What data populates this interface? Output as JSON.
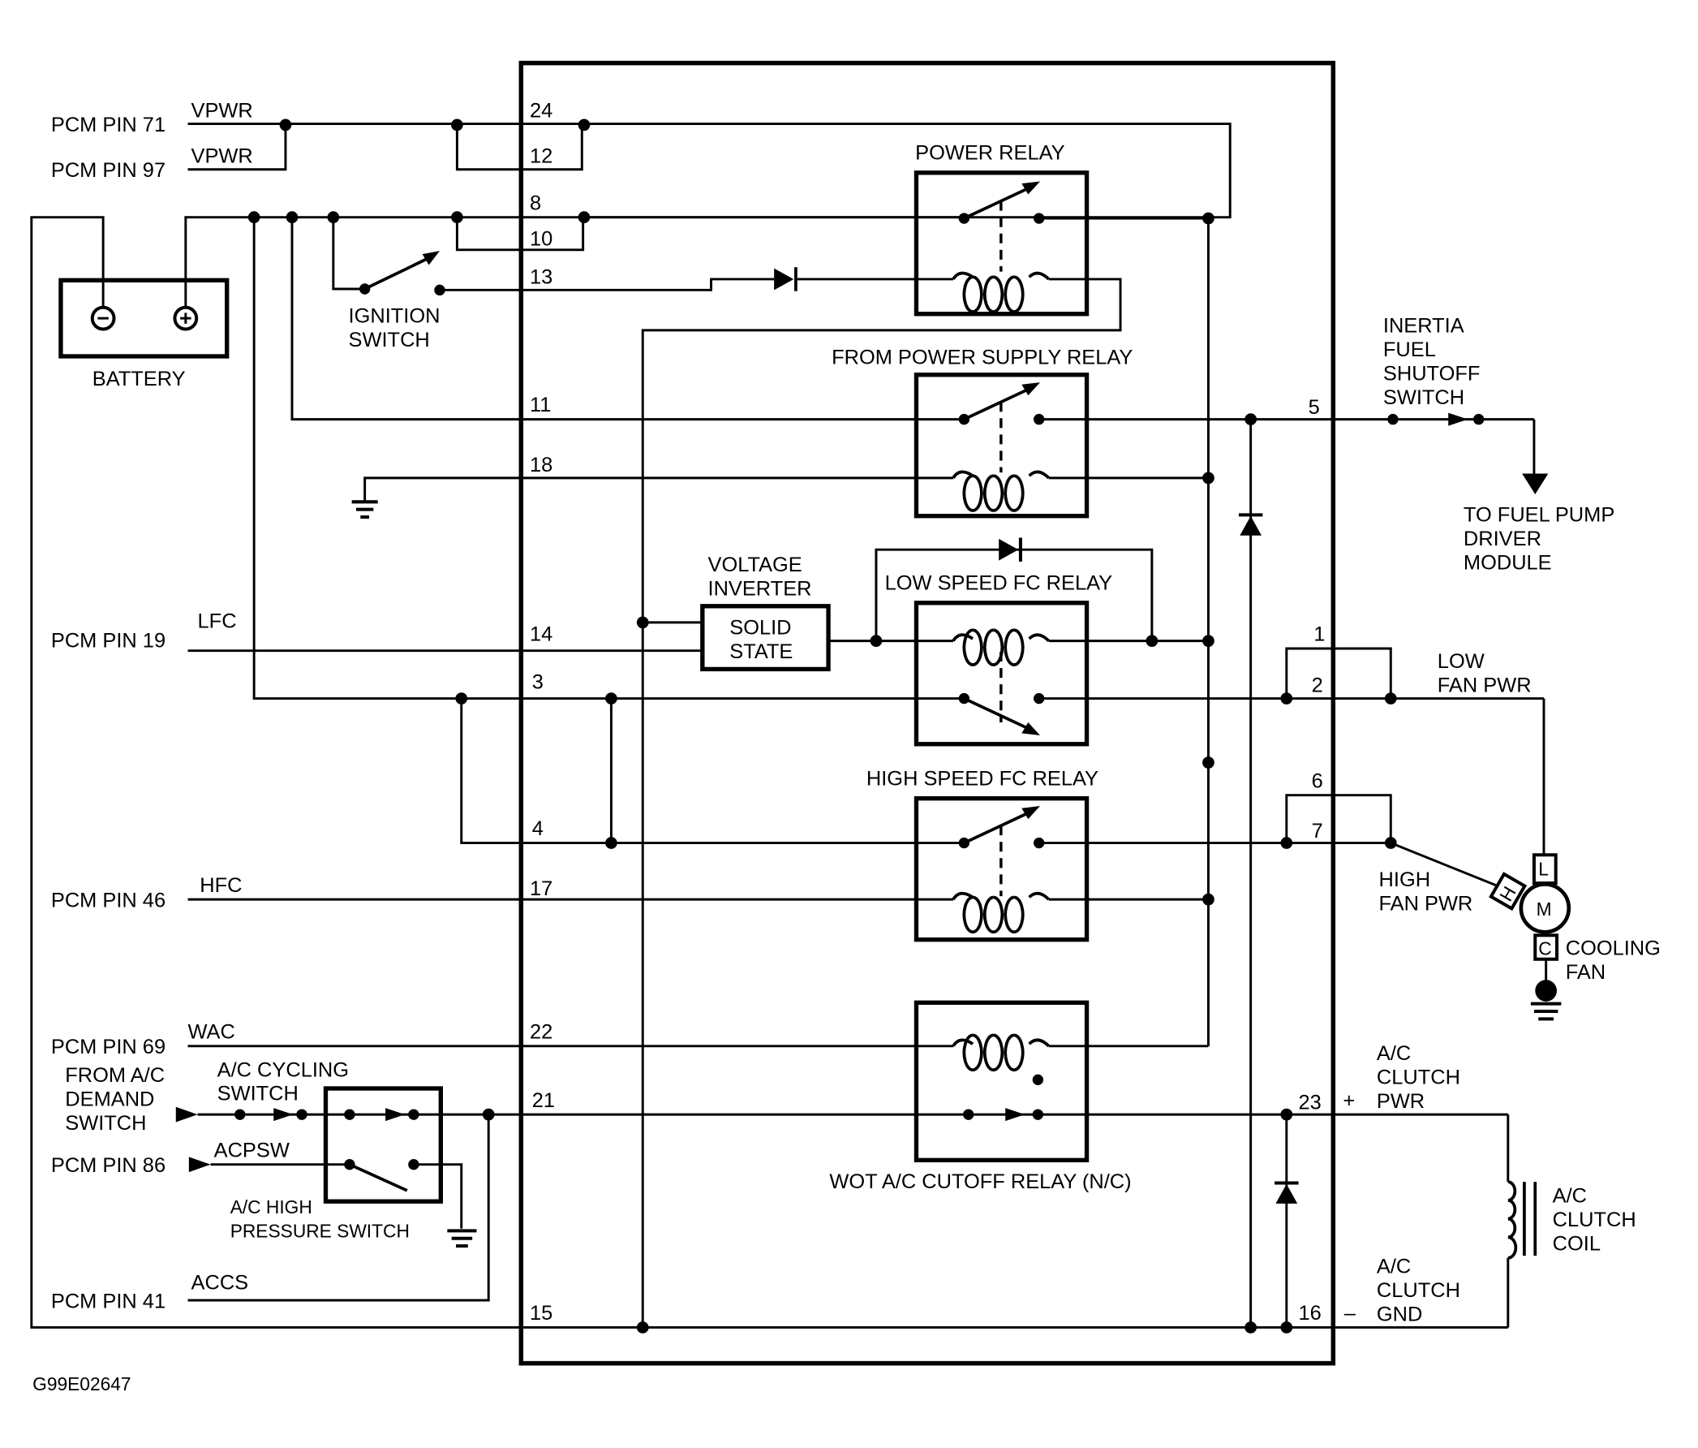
{
  "diagram_id": "G99E02647",
  "colors": {
    "ink": "#000000",
    "background": "#ffffff"
  },
  "pcm_inputs": {
    "pin71": {
      "label": "PCM PIN 71",
      "signal": "VPWR"
    },
    "pin97": {
      "label": "PCM PIN 97",
      "signal": "VPWR"
    },
    "pin19": {
      "label": "PCM PIN 19",
      "signal": "LFC"
    },
    "pin46": {
      "label": "PCM PIN 46",
      "signal": "HFC"
    },
    "pin69": {
      "label": "PCM PIN 69",
      "signal": "WAC"
    },
    "pin86": {
      "label": "PCM PIN 86",
      "signal": "ACPSW"
    },
    "pin41": {
      "label": "PCM PIN 41",
      "signal": "ACCS"
    }
  },
  "components": {
    "battery": {
      "label": "BATTERY",
      "neg": "−",
      "pos": "+"
    },
    "ignition_switch": {
      "line1": "IGNITION",
      "line2": "SWITCH"
    },
    "power_relay": {
      "label": "POWER RELAY"
    },
    "power_supply_relay": {
      "label": "FROM POWER SUPPLY RELAY"
    },
    "voltage_inverter": {
      "line1": "VOLTAGE",
      "line2": "INVERTER",
      "inner1": "SOLID",
      "inner2": "STATE"
    },
    "low_speed_relay": {
      "label": "LOW SPEED FC RELAY"
    },
    "high_speed_relay": {
      "label": "HIGH SPEED FC RELAY"
    },
    "wot_relay": {
      "label": "WOT A/C CUTOFF RELAY (N/C)"
    },
    "inertia_switch": {
      "line1": "INERTIA",
      "line2": "FUEL",
      "line3": "SHUTOFF",
      "line4": "SWITCH"
    },
    "fuel_pump": {
      "line1": "TO FUEL PUMP",
      "line2": "DRIVER",
      "line3": "MODULE"
    },
    "low_fan": {
      "line1": "LOW",
      "line2": "FAN PWR"
    },
    "high_fan": {
      "line1": "HIGH",
      "line2": "FAN PWR"
    },
    "cooling_fan": {
      "line1": "COOLING",
      "line2": "FAN",
      "motor": "M",
      "term_l": "L",
      "term_h": "H",
      "term_c": "C"
    },
    "ac_demand": {
      "line1": "FROM A/C",
      "line2": "DEMAND",
      "line3": "SWITCH"
    },
    "ac_cycling": {
      "line1": "A/C CYCLING",
      "line2": "SWITCH"
    },
    "ac_high_pressure": {
      "line1": "A/C HIGH",
      "line2": "PRESSURE SWITCH"
    },
    "ac_clutch_pwr": {
      "line1": "A/C",
      "line2": "CLUTCH",
      "line3": "PWR",
      "sign": "+"
    },
    "ac_clutch_gnd": {
      "line1": "A/C",
      "line2": "CLUTCH",
      "line3": "GND",
      "sign": "–"
    },
    "ac_clutch_coil": {
      "line1": "A/C",
      "line2": "CLUTCH",
      "line3": "COIL"
    }
  },
  "module_pins": [
    "24",
    "12",
    "8",
    "10",
    "13",
    "11",
    "18",
    "14",
    "3",
    "4",
    "17",
    "22",
    "21",
    "15",
    "5",
    "1",
    "2",
    "6",
    "7",
    "23",
    "16"
  ]
}
